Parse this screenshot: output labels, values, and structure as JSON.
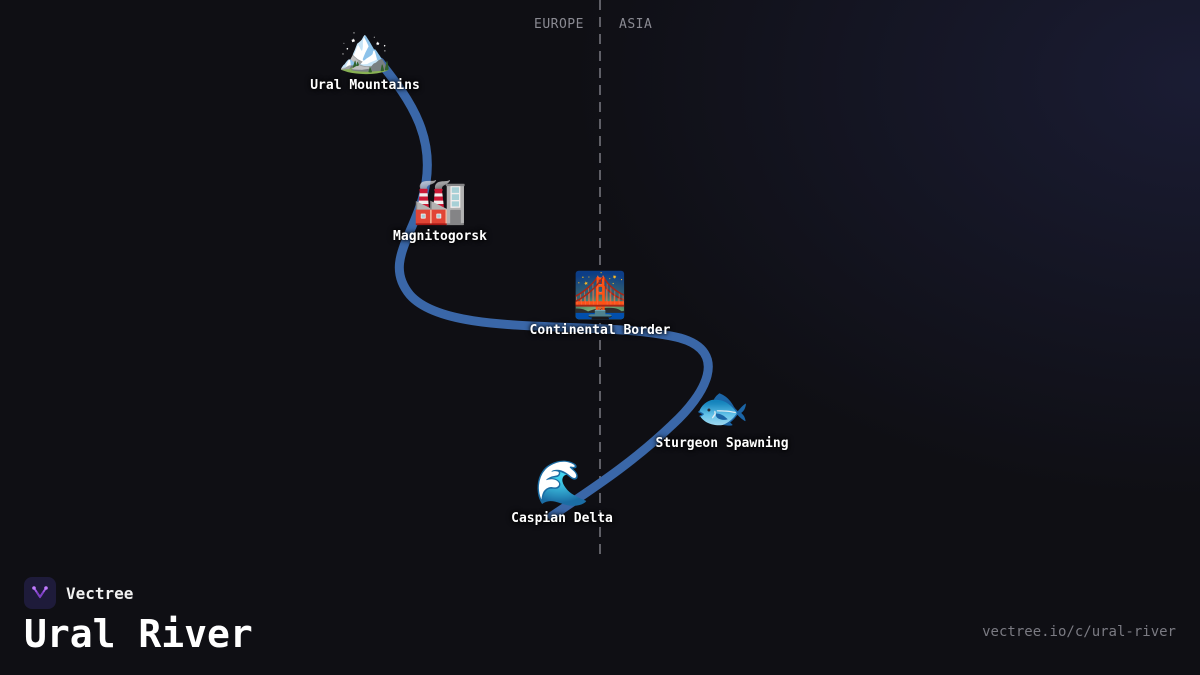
{
  "map": {
    "regions": {
      "left": "EUROPE",
      "right": "ASIA"
    },
    "river_color": "#3a67a8",
    "border_color": "#7a7a82",
    "stops": [
      {
        "id": "ural-mountains",
        "emoji": "🏔️",
        "label": "Ural Mountains",
        "icon": "mountain-icon"
      },
      {
        "id": "magnitogorsk",
        "emoji": "🏭",
        "label": "Magnitogorsk",
        "icon": "factory-icon"
      },
      {
        "id": "continental-border",
        "emoji": "🌉",
        "label": "Continental Border",
        "icon": "bridge-icon"
      },
      {
        "id": "sturgeon-spawning",
        "emoji": "🐟",
        "label": "Sturgeon Spawning",
        "icon": "fish-icon"
      },
      {
        "id": "caspian-delta",
        "emoji": "🌊",
        "label": "Caspian Delta",
        "icon": "wave-icon"
      }
    ]
  },
  "brand": {
    "name": "Vectree",
    "logo_icon": "vectree-logo-icon",
    "accent": "#a259e6"
  },
  "title": "Ural River",
  "footer": {
    "link": "vectree.io/c/ural-river"
  }
}
